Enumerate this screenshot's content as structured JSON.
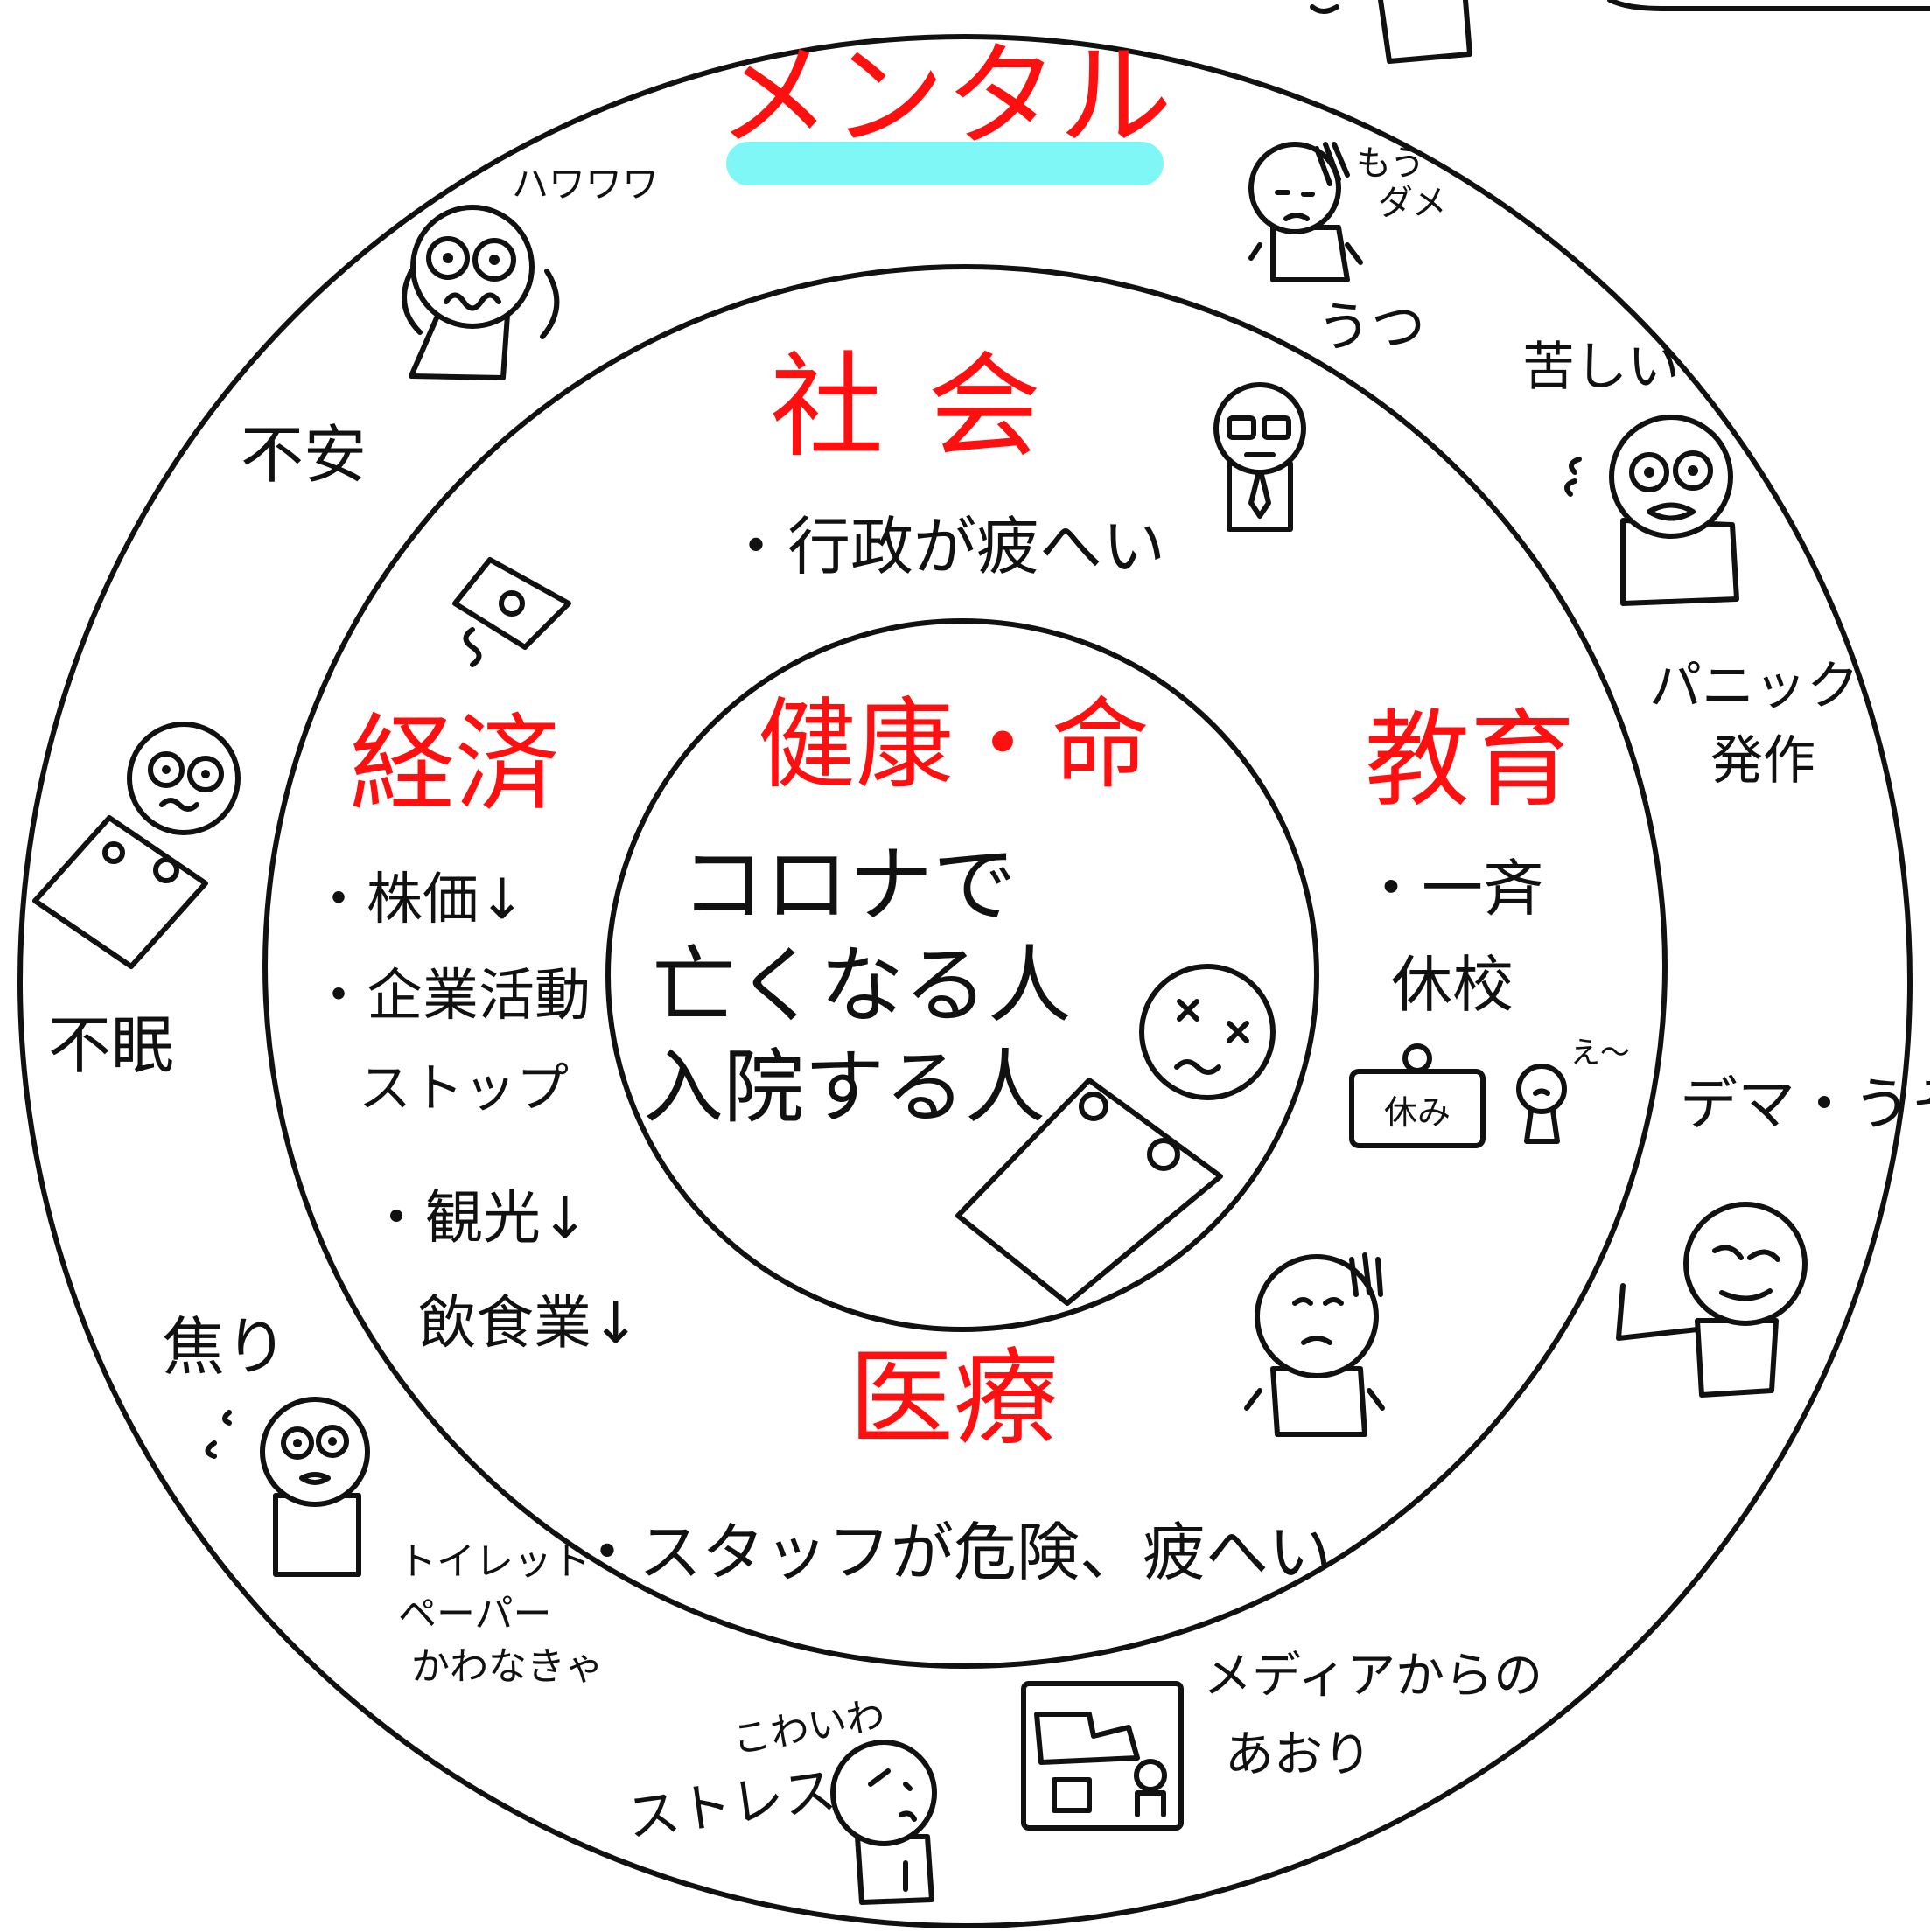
{
  "title": "メンタル",
  "colors": {
    "title_highlight": "#7ff7f7",
    "category_text": "#ff1010",
    "ink": "#111111"
  },
  "center": {
    "heading": "健康・命",
    "lines": [
      "コロナで",
      "亡くなる人",
      "入院する人"
    ]
  },
  "middle": {
    "society": {
      "heading": "社会",
      "item": "・行政が疲へい"
    },
    "economy": {
      "heading": "経済",
      "items": [
        "・株価↓",
        "・企業活動",
        "ストップ",
        "・観光↓",
        "飲食業↓"
      ]
    },
    "education": {
      "heading": "教育",
      "items": [
        "・一斉",
        "休校"
      ],
      "sign": "休み"
    },
    "medical": {
      "heading": "医療",
      "item": "・スタッフが危険、疲へい"
    }
  },
  "outer": {
    "anxiety": "不安",
    "shaking": "ハワワワ",
    "insomnia": "不眠",
    "impatience": "焦り",
    "toilet_paper": [
      "トイレット",
      "ペーパー",
      "かわなきゃ"
    ],
    "stress": "ストレス",
    "scary": "こわいわ",
    "media": [
      "メディアからの",
      "あおり"
    ],
    "rumor": "デマ・うそ",
    "panic": [
      "パニック",
      "発作"
    ],
    "suffering": "苦しい",
    "depression": "うつ",
    "no_good": [
      "もう",
      "ダメ"
    ],
    "sigh": "え〜"
  },
  "icons": [
    "anxious-person-icon",
    "depressed-person-icon",
    "suffering-person-icon",
    "businessman-icon",
    "flying-money-icon",
    "sleepless-person-in-bed-icon",
    "sick-person-in-bed-icon",
    "school-closed-sign-icon",
    "small-child-icon",
    "liar-person-icon",
    "worried-person-icon",
    "panicking-person-icon",
    "stressed-person-icon",
    "tv-media-icon"
  ]
}
